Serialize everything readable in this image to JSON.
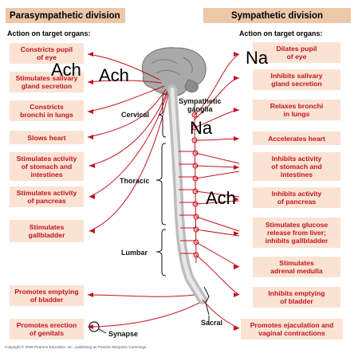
{
  "headers": {
    "parasympathetic": "Parasympathetic division",
    "sympathetic": "Sympathetic division"
  },
  "subheads": {
    "left": "Action on target organs:",
    "right": "Action on target organs:"
  },
  "para_targets": [
    [
      "Constricts pupil",
      "of eye"
    ],
    [
      "Stimulates salivary",
      "gland secretion"
    ],
    [
      "Constricts",
      "bronchi in lungs"
    ],
    [
      "Slows heart"
    ],
    [
      "Stimulates activity",
      "of stomach and",
      "intestines"
    ],
    [
      "Stimulates activity",
      "of pancreas"
    ],
    [
      "Stimulates",
      "gallbladder"
    ],
    [
      "Promotes emptying",
      "of bladder"
    ],
    [
      "Promotes erection",
      "of genitals"
    ]
  ],
  "symp_targets": [
    [
      "Dilates pupil",
      "of eye"
    ],
    [
      "Inhibits salivary",
      "gland secretion"
    ],
    [
      "Relaxes bronchi",
      "in lungs"
    ],
    [
      "Accelerates heart"
    ],
    [
      "Inhibits activity",
      "of stomach and",
      "intestines"
    ],
    [
      "Inhibits activity",
      "of pancreas"
    ],
    [
      "Stimulates glucose",
      "release from liver;",
      "inhibits gallbladder"
    ],
    [
      "Stimulates",
      "adrenal medulla"
    ],
    [
      "Inhibits emptying",
      "of bladder"
    ],
    [
      "Promotes ejaculation and",
      "vaginal contractions"
    ]
  ],
  "regions": {
    "cervical": "Cervical",
    "thoracic": "Thoracic",
    "lumbar": "Lumbar",
    "sacral": "Sacral",
    "ganglia": [
      "Sympathetic",
      "ganglia"
    ],
    "synapse": "Synapse"
  },
  "annotations": {
    "ach_1": "Ach",
    "ach_2": "Ach",
    "ach_3": "Ach",
    "na_1": "Na",
    "na_2": "Na"
  },
  "footer": "Copyright © 2008 Pearson Education, Inc., publishing as Pearson Benjamin Cummings.",
  "colors": {
    "nerve_red": "#c1121f",
    "box_fill": "#fbe3d3",
    "header_fill": "#ecc7a8",
    "brain_gray": "#9a9a9a",
    "cord_gray": "#cfcfcf"
  }
}
